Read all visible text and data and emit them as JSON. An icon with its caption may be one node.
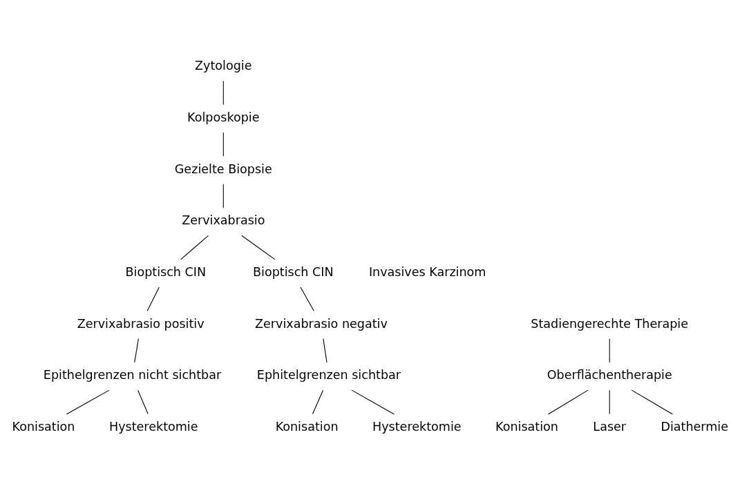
{
  "diagram": {
    "nodes": [
      {
        "text": [
          "Zytologie"
        ]
      },
      {
        "text": [
          "Kolposkopie"
        ]
      },
      {
        "text": [
          "Gezielte Biopsie"
        ]
      },
      {
        "text": [
          "Zervixabrasio"
        ]
      },
      {
        "text": [
          "Bioptisch CIN"
        ]
      },
      {
        "text": [
          "Invasives Karzinom"
        ]
      },
      {
        "text": [
          "Bioptisch CIN"
        ]
      },
      {
        "text": [
          "Zervixabrasio positiv"
        ]
      },
      {
        "text": [
          "Stadiengerechte Therapie"
        ]
      },
      {
        "text": [
          "Zervixabrasio negativ"
        ]
      },
      {
        "text": [
          "Epithelgrenzen nicht sichtbar"
        ]
      },
      {
        "text": [
          "Ephitelgrenzen sichtbar"
        ]
      },
      {
        "text": [
          "Konisation"
        ]
      },
      {
        "text": [
          "Hysterektomie"
        ]
      },
      {
        "text": [
          "Konisation"
        ]
      },
      {
        "text": [
          "Hysterektomie"
        ]
      },
      {
        "text": [
          "Oberflächentherapie"
        ]
      },
      {
        "text": [
          "Konisation"
        ]
      },
      {
        "text": [
          "Laser"
        ]
      },
      {
        "text": [
          "Diathermie"
        ]
      }
    ],
    "edges": [
      {
        "from": 0,
        "to": 1,
        "arrow": "none"
      },
      {
        "from": 1,
        "to": 2,
        "arrow": "none"
      },
      {
        "from": 2,
        "to": 3,
        "arrow": "none"
      },
      {
        "from": 3,
        "to": 4,
        "arrow": "none"
      },
      {
        "from": 3,
        "to": 6,
        "arrow": "none"
      },
      {
        "from": 4,
        "to": 7,
        "arrow": "none"
      },
      {
        "from": 6,
        "to": 9,
        "arrow": "none"
      },
      {
        "from": 7,
        "to": 10,
        "arrow": "none"
      },
      {
        "from": 9,
        "to": 11,
        "arrow": "none"
      },
      {
        "from": 10,
        "to": 12,
        "arrow": "none"
      },
      {
        "from": 10,
        "to": 13,
        "arrow": "none"
      },
      {
        "from": 11,
        "to": 14,
        "arrow": "none"
      },
      {
        "from": 11,
        "to": 15,
        "arrow": "none"
      },
      {
        "from": 8,
        "to": 16,
        "arrow": "none"
      },
      {
        "from": 16,
        "to": 17,
        "arrow": "none"
      },
      {
        "from": 16,
        "to": 18,
        "arrow": "none"
      },
      {
        "from": 16,
        "to": 19,
        "arrow": "none"
      }
    ]
  }
}
